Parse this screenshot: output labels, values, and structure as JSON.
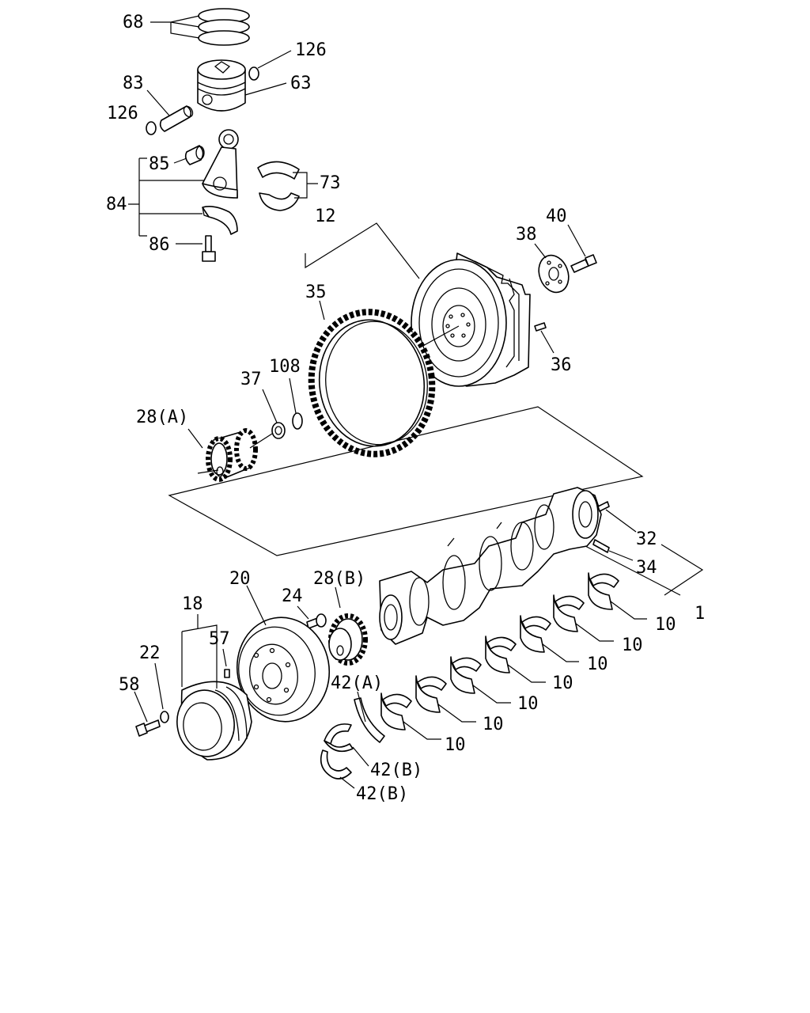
{
  "diagram": {
    "labels": {
      "p68": "68",
      "p126a": "126",
      "p63": "63",
      "p83": "83",
      "p126b": "126",
      "p85": "85",
      "p73": "73",
      "p84": "84",
      "p86": "86",
      "p12": "12",
      "p40": "40",
      "p38": "38",
      "p35": "35",
      "p36": "36",
      "p108": "108",
      "p37": "37",
      "p28a": "28(A)",
      "p32": "32",
      "p34": "34",
      "p1": "1",
      "p20": "20",
      "p28b": "28(B)",
      "p24": "24",
      "p18": "18",
      "p57": "57",
      "p22": "22",
      "p58": "58",
      "p42a": "42(A)",
      "p42b1": "42(B)",
      "p42b2": "42(B)",
      "p10_1": "10",
      "p10_2": "10",
      "p10_3": "10",
      "p10_4": "10",
      "p10_5": "10",
      "p10_6": "10",
      "p10_7": "10"
    }
  }
}
